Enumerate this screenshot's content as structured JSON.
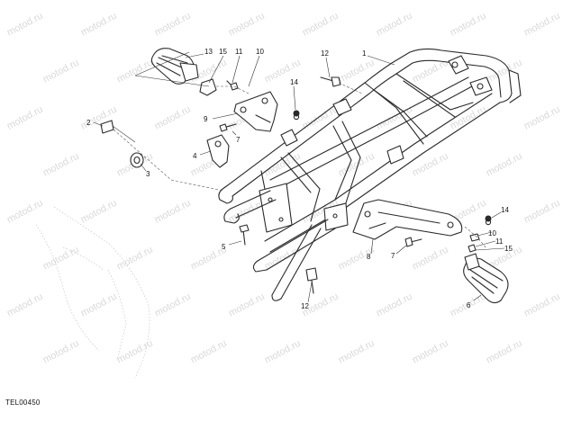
{
  "diagram": {
    "reference_code": "TEL00450",
    "watermark_text": "motod.ru",
    "callouts": [
      {
        "id": "c1",
        "label": "1"
      },
      {
        "id": "c2",
        "label": "2"
      },
      {
        "id": "c3",
        "label": "3"
      },
      {
        "id": "c4",
        "label": "4"
      },
      {
        "id": "c5",
        "label": "5"
      },
      {
        "id": "c6",
        "label": "6"
      },
      {
        "id": "c7a",
        "label": "7"
      },
      {
        "id": "c7b",
        "label": "7"
      },
      {
        "id": "c8",
        "label": "8"
      },
      {
        "id": "c9",
        "label": "9"
      },
      {
        "id": "c10a",
        "label": "10"
      },
      {
        "id": "c10b",
        "label": "10"
      },
      {
        "id": "c11a",
        "label": "11"
      },
      {
        "id": "c11b",
        "label": "11"
      },
      {
        "id": "c12a",
        "label": "12"
      },
      {
        "id": "c12b",
        "label": "12"
      },
      {
        "id": "c13",
        "label": "13"
      },
      {
        "id": "c14a",
        "label": "14"
      },
      {
        "id": "c14b",
        "label": "14"
      },
      {
        "id": "c15a",
        "label": "15"
      },
      {
        "id": "c15b",
        "label": "15"
      }
    ]
  }
}
